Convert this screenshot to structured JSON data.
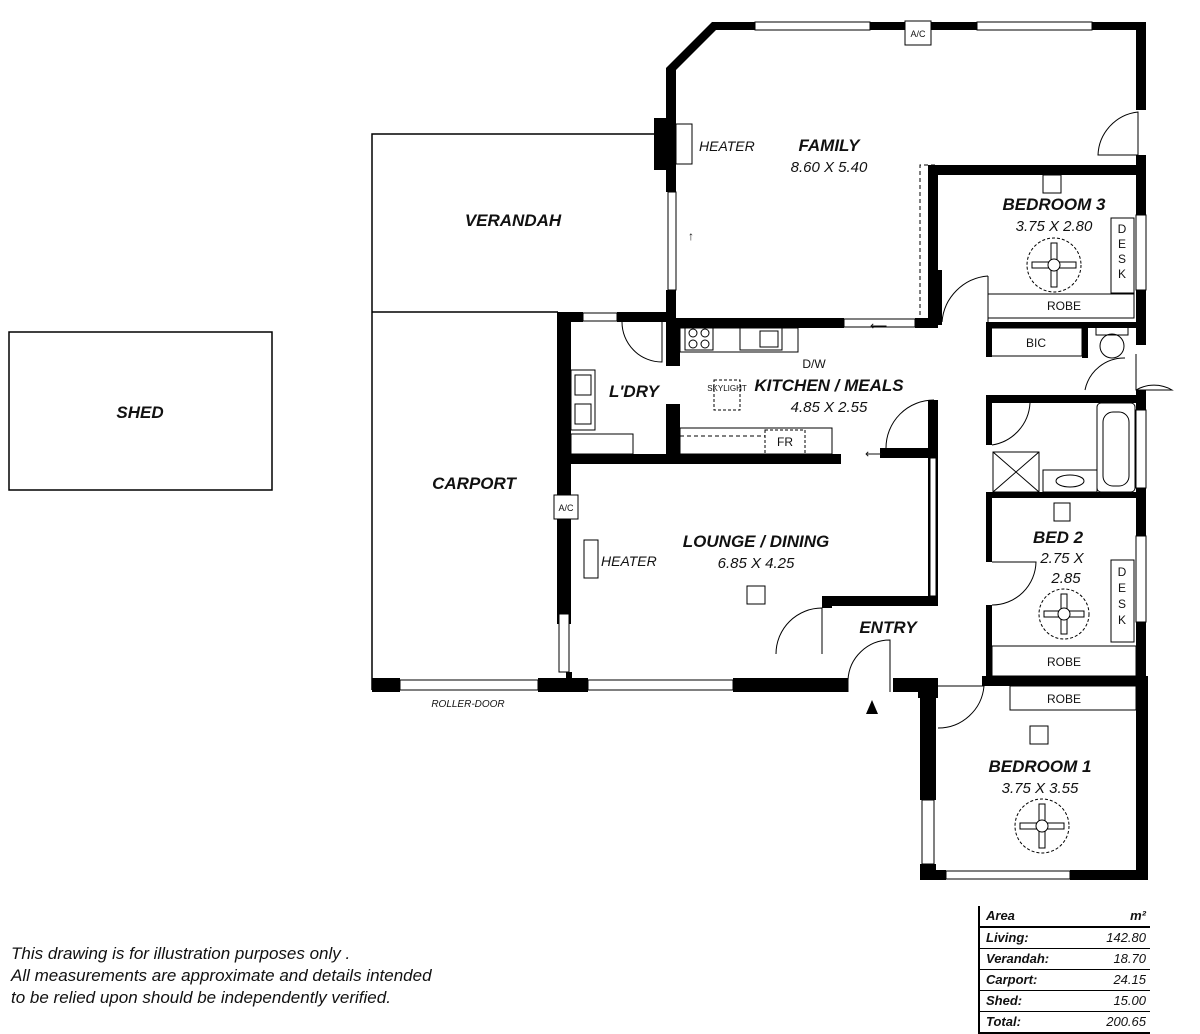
{
  "plan": {
    "rooms": {
      "shed": {
        "name": "SHED"
      },
      "verandah": {
        "name": "VERANDAH"
      },
      "carport": {
        "name": "CARPORT"
      },
      "family": {
        "name": "FAMILY",
        "dims": "8.60 X 5.40"
      },
      "bedroom3": {
        "name": "BEDROOM 3",
        "dims": "3.75 X 2.80"
      },
      "laundry": {
        "name": "L'DRY"
      },
      "kitchen": {
        "name": "KITCHEN / MEALS",
        "dims": "4.85 X 2.55"
      },
      "lounge": {
        "name": "LOUNGE / DINING",
        "dims": "6.85 X 4.25"
      },
      "entry": {
        "name": "ENTRY"
      },
      "bed2": {
        "name": "BED 2",
        "dims_line1": "2.75 X",
        "dims_line2": "2.85"
      },
      "bedroom1": {
        "name": "BEDROOM 1",
        "dims": "3.75 X 3.55"
      }
    },
    "labels": {
      "heater_family": "HEATER",
      "heater_lounge": "HEATER",
      "ac_family": "A/C",
      "ac_carport": "A/C",
      "desk_bed3": [
        "D",
        "E",
        "S",
        "K"
      ],
      "desk_bed2": [
        "D",
        "E",
        "S",
        "K"
      ],
      "robe_bed3": "ROBE",
      "robe_bed2": "ROBE",
      "robe_bed1": "ROBE",
      "bic": "BIC",
      "dw": "D/W",
      "skylight": "SKYLIGHT",
      "fridge": "FR",
      "roller_door": "ROLLER-DOOR"
    }
  },
  "disclaimer": {
    "line1": "This drawing is for illustration purposes only .",
    "line2": "All measurements are approximate and details intended",
    "line3": "to be relied upon should be independently verified."
  },
  "area_table": {
    "header": {
      "label": "Area",
      "unit": "m²"
    },
    "rows": [
      {
        "label": "Living:",
        "value": "142.80"
      },
      {
        "label": "Verandah:",
        "value": "18.70"
      },
      {
        "label": "Carport:",
        "value": "24.15"
      },
      {
        "label": "Shed:",
        "value": "15.00"
      }
    ],
    "total": {
      "label": "Total:",
      "value": "200.65"
    }
  }
}
